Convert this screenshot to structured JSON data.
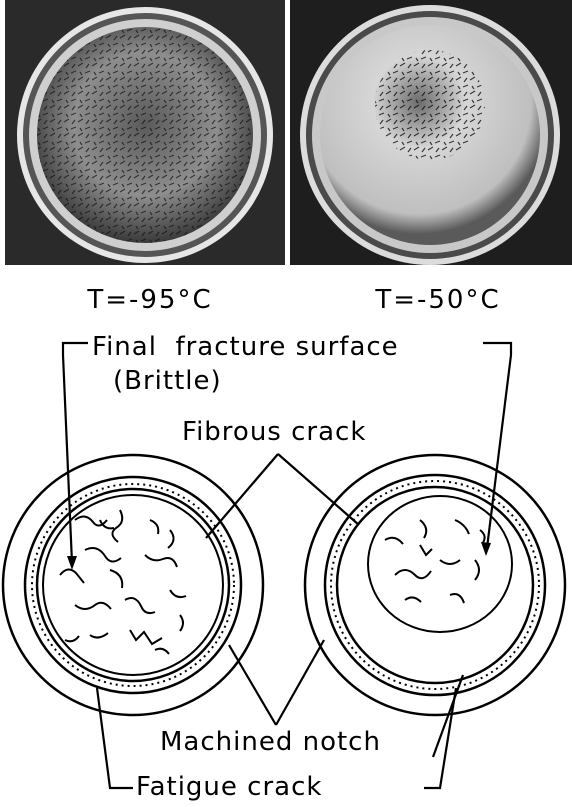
{
  "photos": [
    {
      "label": "T=-95°C"
    },
    {
      "label": "T=-50°C"
    }
  ],
  "annotations": {
    "final_fracture_line1": "Final  fracture surface",
    "final_fracture_line2": "(Brittle)",
    "fibrous_crack": "Fibrous crack",
    "machined_notch": "Machined notch",
    "fatigue_crack": "Fatigue crack"
  },
  "colors": {
    "ink": "#000000",
    "photo_dark": "#1a1a1a",
    "photo_mid": "#8a8a8a",
    "photo_light": "#e2e2e2"
  }
}
